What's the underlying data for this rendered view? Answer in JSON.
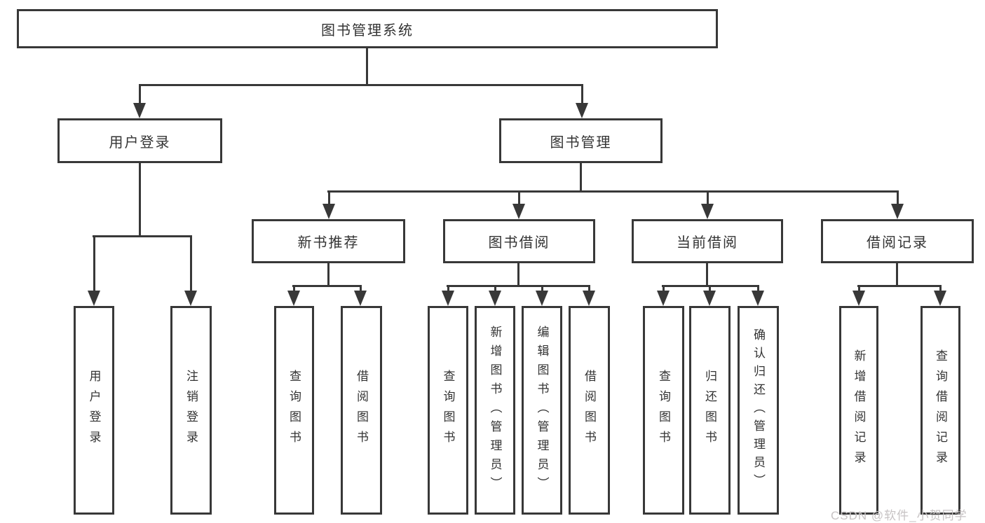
{
  "diagram_title": "图书管理系统",
  "nodes": {
    "root": {
      "label": "图书管理系统"
    },
    "user_login": {
      "label": "用户登录"
    },
    "book_management": {
      "label": "图书管理"
    },
    "new_book_rec": {
      "label": "新书推荐"
    },
    "book_borrow": {
      "label": "图书借阅"
    },
    "current_borrow": {
      "label": "当前借阅"
    },
    "borrow_record": {
      "label": "借阅记录"
    },
    "leaf_user_login": {
      "label": "用户登录"
    },
    "leaf_logout": {
      "label": "注销登录"
    },
    "leaf_nbr_query": {
      "label": "查询图书"
    },
    "leaf_nbr_borrow": {
      "label": "借阅图书"
    },
    "leaf_bb_query": {
      "label": "查询图书"
    },
    "leaf_bb_add": {
      "label": "新增图书（管理员）"
    },
    "leaf_bb_edit": {
      "label": "编辑图书（管理员）"
    },
    "leaf_bb_borrow": {
      "label": "借阅图书"
    },
    "leaf_cb_query": {
      "label": "查询图书"
    },
    "leaf_cb_return": {
      "label": "归还图书"
    },
    "leaf_cb_confirm": {
      "label": "确认归还（管理员）"
    },
    "leaf_br_add": {
      "label": "新增借阅记录"
    },
    "leaf_br_query": {
      "label": "查询借阅记录"
    }
  },
  "hierarchy": {
    "图书管理系统": [
      "用户登录",
      "图书管理"
    ],
    "用户登录": [
      "用户登录",
      "注销登录"
    ],
    "图书管理": [
      "新书推荐",
      "图书借阅",
      "当前借阅",
      "借阅记录"
    ],
    "新书推荐": [
      "查询图书",
      "借阅图书"
    ],
    "图书借阅": [
      "查询图书",
      "新增图书（管理员）",
      "编辑图书（管理员）",
      "借阅图书"
    ],
    "当前借阅": [
      "查询图书",
      "归还图书",
      "确认归还（管理员）"
    ],
    "借阅记录": [
      "新增借阅记录",
      "查询借阅记录"
    ]
  },
  "watermark": {
    "text": "CSDN @软件_小贺同学"
  },
  "colors": {
    "line": "#383838",
    "text": "#333333",
    "background": "#ffffff",
    "watermark": "#c7c3c4"
  }
}
